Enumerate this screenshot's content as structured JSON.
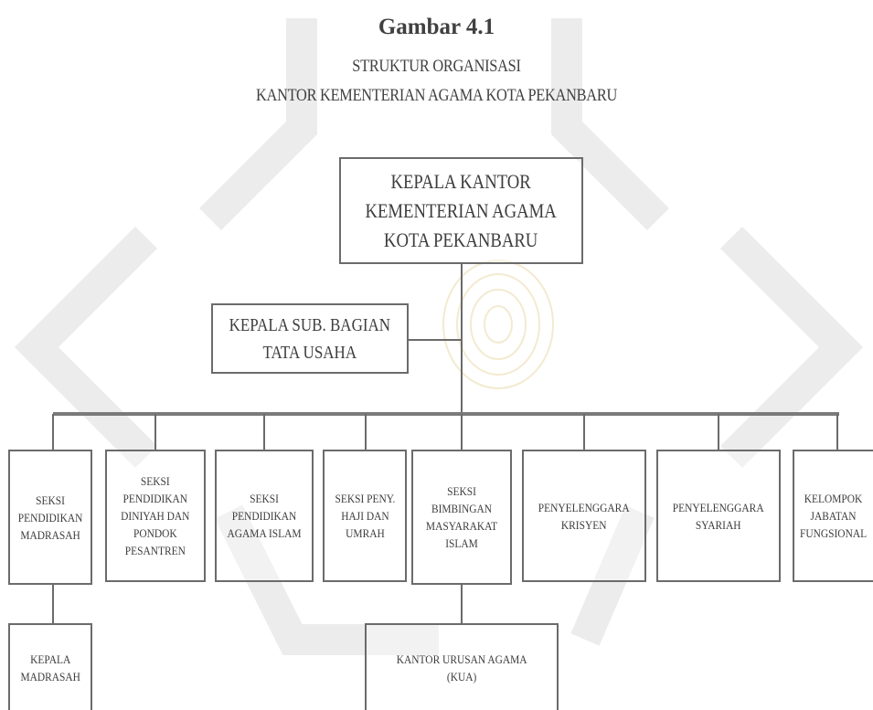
{
  "header": {
    "figure_label": "Gambar 4.1",
    "title_line1": "STRUKTUR ORGANISASI",
    "title_line2": "KANTOR KEMENTERIAN AGAMA KOTA PEKANBARU"
  },
  "boxes": {
    "kepala_kantor": "KEPALA KANTOR\nKEMENTERIAN AGAMA\nKOTA PEKANBARU",
    "tata_usaha": "KEPALA SUB. BAGIAN\nTATA USAHA",
    "madrasah": "SEKSI\nPENDIDIKAN\nMADRASAH",
    "diniyah": "SEKSI\nPENDIDIKAN\nDINIYAH DAN\nPONDOK\nPESANTREN",
    "agama_islam": "SEKSI\nPENDIDIKAN\nAGAMA ISLAM",
    "haji": "SEKSI PENY.\nHAJI DAN\nUMRAH",
    "bimbingan": "SEKSI BIMBINGAN\nMASYARAKAT\nISLAM",
    "krisyen": "PENYELENGGARA\nKRISYEN",
    "syariah": "PENYELENGGARA\nSYARIAH",
    "fungsional": "KELOMPOK\nJABATAN\nFUNGSIONAL",
    "kepala_madrasah": "KEPALA\nMADRASAH",
    "kua": "KANTOR URUSAN AGAMA\n(KUA)"
  },
  "colors": {
    "line": "#6b6b6b",
    "watermark": "#e6e6e6",
    "watermark_center": "#f3e3a6"
  }
}
